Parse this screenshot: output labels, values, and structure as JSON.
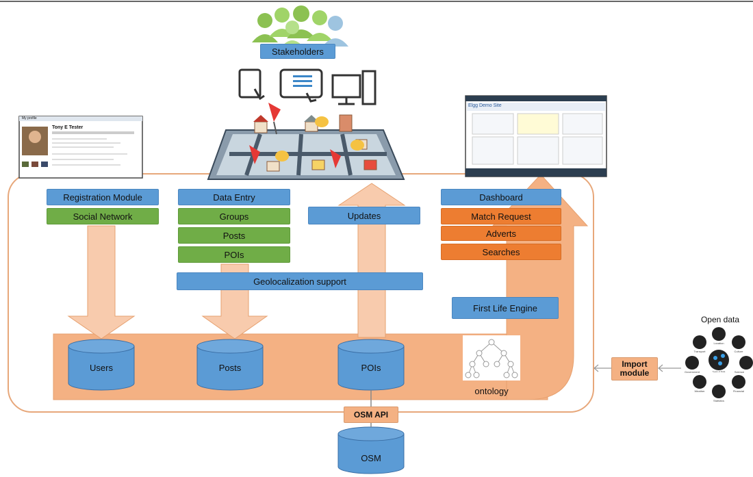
{
  "stakeholders": "Stakeholders",
  "modules": {
    "registration": "Registration Module",
    "social_network": "Social Network",
    "data_entry": "Data Entry",
    "groups": "Groups",
    "posts": "Posts",
    "pois": "POIs",
    "geolocalization": "Geolocalization support",
    "updates": "Updates",
    "dashboard": "Dashboard",
    "match_request": "Match Request",
    "adverts": "Adverts",
    "searches": "Searches",
    "engine": "First Life Engine"
  },
  "databases": {
    "users": "Users",
    "posts": "Posts",
    "pois": "POIs",
    "osm": "OSM"
  },
  "ontology": "ontology",
  "osm_api": "OSM API",
  "import_module": "Import module",
  "open_data": {
    "title": "Open data",
    "center": "Types of Data",
    "categories": [
      "Location",
      "Culture",
      "Science",
      "Financial",
      "Statistics",
      "Weather",
      "Government",
      "Transport"
    ]
  },
  "profile_screenshot": {
    "tab": "My profile",
    "name": "Tony E Tester"
  },
  "dashboard_screenshot": {
    "title": "Elgg Demo Site"
  },
  "colors": {
    "blue": "#5b9bd5",
    "green": "#70ad47",
    "orange": "#ed7d31",
    "peach": "#f4b183"
  }
}
